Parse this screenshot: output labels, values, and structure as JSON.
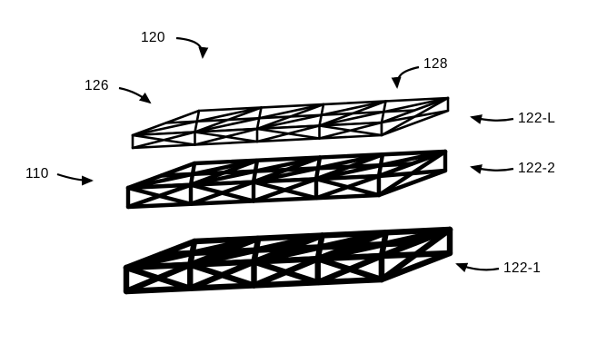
{
  "figure": {
    "labels": {
      "n120": "120",
      "n128": "128",
      "n126": "126",
      "n110": "110",
      "n122L": "122-L",
      "n122_2": "122-2",
      "n122_1": "122-1"
    },
    "colors": {
      "ink": "#000000",
      "background": "#ffffff"
    }
  }
}
